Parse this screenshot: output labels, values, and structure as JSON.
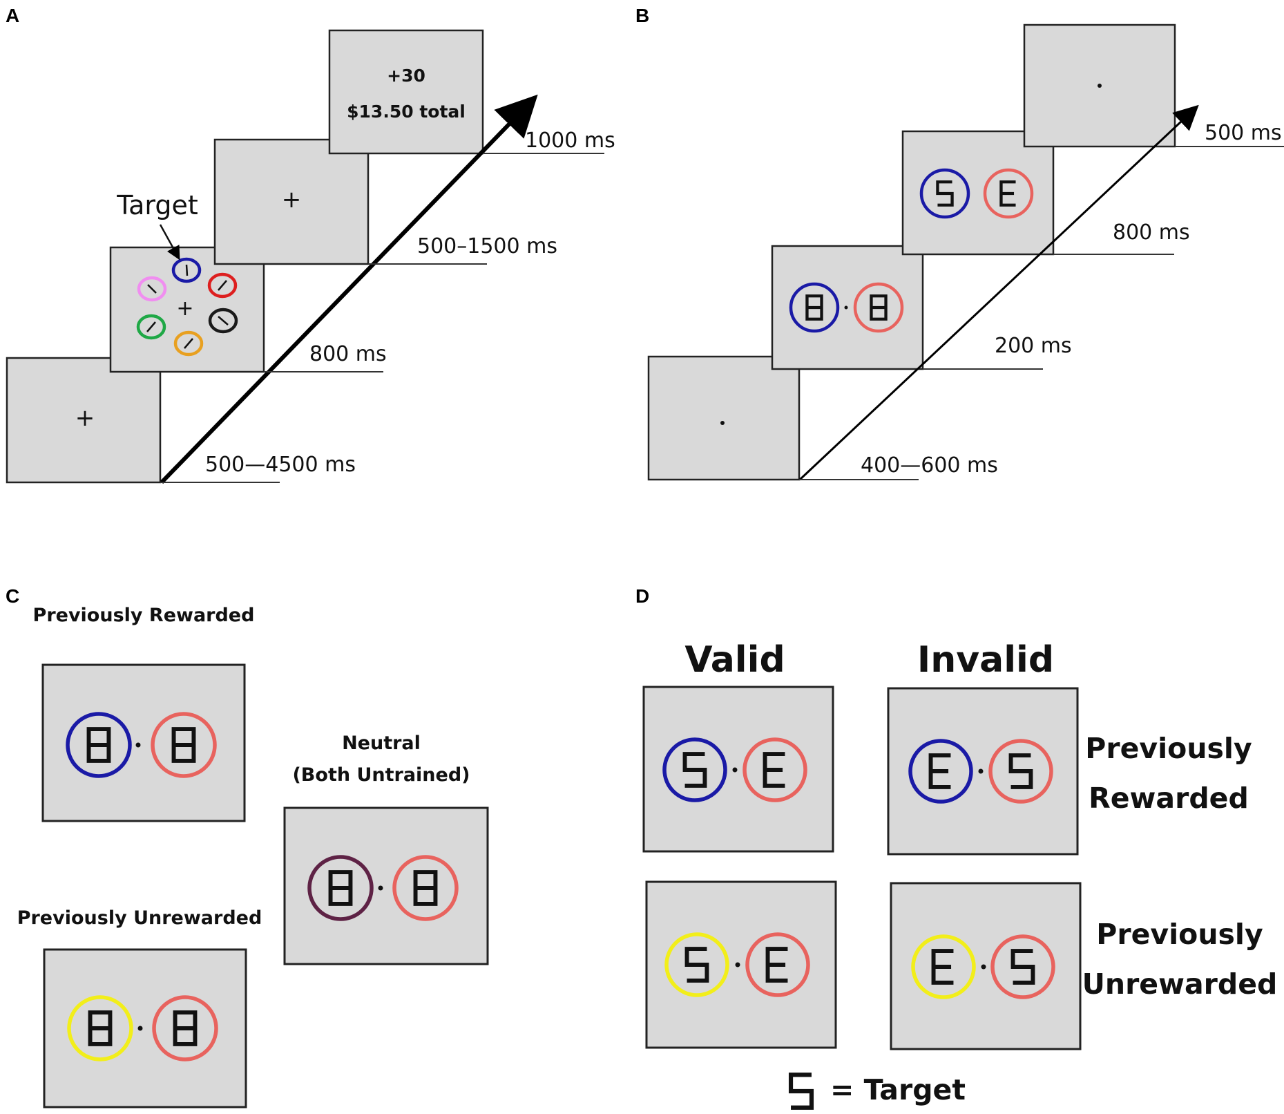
{
  "panels": {
    "a": {
      "letter": "A",
      "target_label": "Target",
      "timings": [
        "500—4500 ms",
        "800 ms",
        "500–1500 ms",
        "1000 ms"
      ],
      "feedback_points": "+30",
      "feedback_total": "$13.50 total",
      "fixation": "+"
    },
    "b": {
      "letter": "B",
      "timings": [
        "400—600 ms",
        "200 ms",
        "800 ms",
        "500 ms"
      ]
    },
    "c": {
      "letter": "C",
      "previously_rewarded": "Previously Rewarded",
      "previously_unrewarded": "Previously Unrewarded",
      "neutral_line1": "Neutral",
      "neutral_line2": "(Both Untrained)"
    },
    "d": {
      "letter": "D",
      "valid": "Valid",
      "invalid": "Invalid",
      "rewarded_line1": "Previously",
      "rewarded_line2": "Rewarded",
      "unrewarded_line1": "Previously",
      "unrewarded_line2": "Unrewarded",
      "legend_text": "= Target"
    }
  },
  "colors": {
    "screen_fill": "#d9d9d9",
    "blue": "#1a1aa6",
    "salmon": "#e8635e",
    "yellow": "#f2ee1a",
    "maroon": "#5e2245",
    "red": "#dd1f1f",
    "pink": "#f08ef0",
    "green": "#1fa846",
    "orange": "#e8a020",
    "black": "#1a1a1a"
  },
  "icons": [
    "arrow-icon",
    "fixation-cross-icon",
    "fixation-dot-icon",
    "colored-ring-icon",
    "digit-8-icon",
    "digit-5-icon",
    "digit-e-icon"
  ]
}
